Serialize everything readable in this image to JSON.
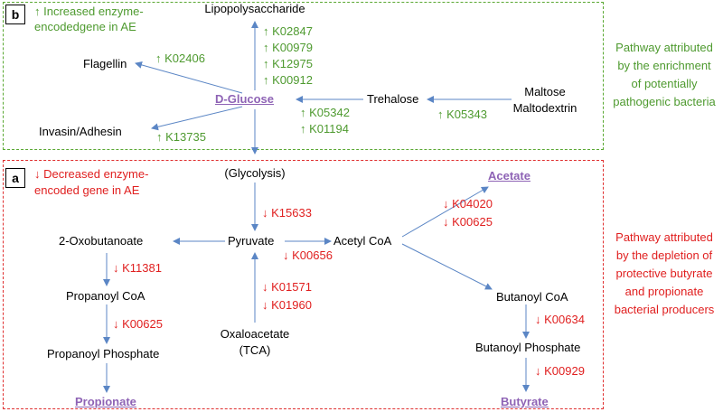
{
  "panel_b": {
    "label": "b",
    "legend": [
      "↑ Increased enzyme-",
      "encodedgene in AE"
    ],
    "nodes": {
      "lipopolysaccharide": "Lipopolysaccharide",
      "flagellin": "Flagellin",
      "d_glucose": "D-Glucose",
      "trehalose": "Trehalose",
      "maltose": "Maltose",
      "maltodextrin": "Maltodextrin",
      "invasin": "Invasin/Adhesin"
    },
    "enzymes": {
      "lps": [
        "↑ K02847",
        "↑ K00979",
        "↑ K12975",
        "↑ K00912"
      ],
      "flagellin": "↑ K02406",
      "trehalose": [
        "↑ K05342",
        "↑ K01194"
      ],
      "maltose": "↑ K05343",
      "invasin": "↑ K13735"
    },
    "side_note": [
      "Pathway attributed",
      "by the enrichment",
      "of potentially",
      "pathogenic bacteria"
    ]
  },
  "panel_a": {
    "label": "a",
    "legend": [
      "↓ Decreased enzyme-",
      "encoded gene in AE"
    ],
    "nodes": {
      "glycolysis": "(Glycolysis)",
      "pyruvate": "Pyruvate",
      "acetyl_coa": "Acetyl CoA",
      "acetate": "Acetate",
      "oxobutanoate": "2-Oxobutanoate",
      "propanoyl_coa": "Propanoyl CoA",
      "propanoyl_phosphate": "Propanoyl Phosphate",
      "propionate": "Propionate",
      "oxaloacetate": "Oxaloacetate",
      "tca": "(TCA)",
      "butanoyl_coa": "Butanoyl CoA",
      "butanoyl_phosphate": "Butanoyl Phosphate",
      "butyrate": "Butyrate"
    },
    "enzymes": {
      "glycolysis": "↓ K15633",
      "acetate": [
        "↓ K04020",
        "↓ K00625"
      ],
      "acetyl": "↓ K00656",
      "oxobutanoate": "↓ K11381",
      "propanoyl": "↓ K00625",
      "oxaloacetate": [
        "↓ K01571",
        "↓ K01960"
      ],
      "butanoyl_coa": "↓ K00634",
      "butanoyl_phosphate": "↓ K00929"
    },
    "side_note": [
      "Pathway attributed",
      "by the depletion of",
      "protective butyrate",
      "and propionate",
      "bacterial producers"
    ]
  },
  "colors": {
    "increase": "#4e9a2f",
    "decrease": "#e01f1f",
    "highlight": "#8e63b5",
    "arrow": "#5b86c5"
  }
}
